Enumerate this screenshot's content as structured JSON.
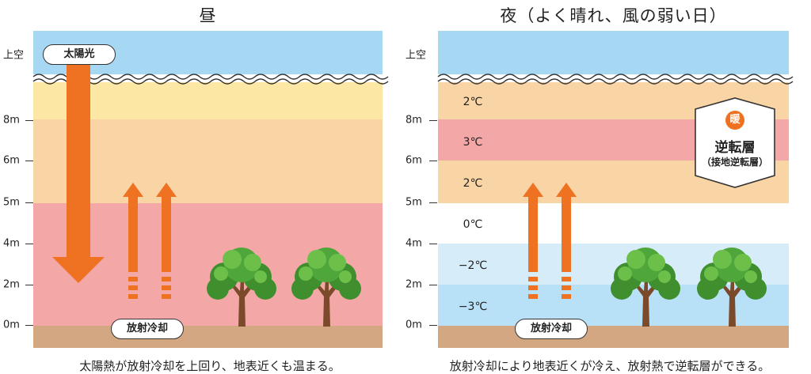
{
  "day": {
    "title": "昼",
    "sky_label": "上空",
    "sunlight_label": "太陽光",
    "ground_label": "放射冷却",
    "caption": "太陽熱が放射冷却を上回り、地表近くも温まる。"
  },
  "night": {
    "title": "夜（よく晴れ、風の弱い日）",
    "sky_label": "上空",
    "ground_label": "放射冷却",
    "caption": "放射冷却により地表近くが冷え、放射熱で逆転層ができる。",
    "temperatures": [
      "2℃",
      "3℃",
      "2℃",
      "0℃",
      "−2℃",
      "−3℃"
    ],
    "inversion_badge": "暖",
    "inversion_title": "逆転層",
    "inversion_subtitle": "（接地逆転層）"
  },
  "height_ticks": [
    "8m",
    "6m",
    "5m",
    "4m",
    "2m",
    "0m"
  ],
  "colors": {
    "sky": "#a6d8f3",
    "warm_light": "#fce7a4",
    "warm": "#f9d5a5",
    "hot": "#f4a7a7",
    "cool_light": "#d6ecf8",
    "cool": "#b8e0f6",
    "ground": "#d4a783",
    "arrow": "#ef7122",
    "badge": "#ef7122"
  },
  "icons": {
    "tree": "tree-icon",
    "wave": "wave-icon",
    "arrow": "arrow-icon"
  }
}
